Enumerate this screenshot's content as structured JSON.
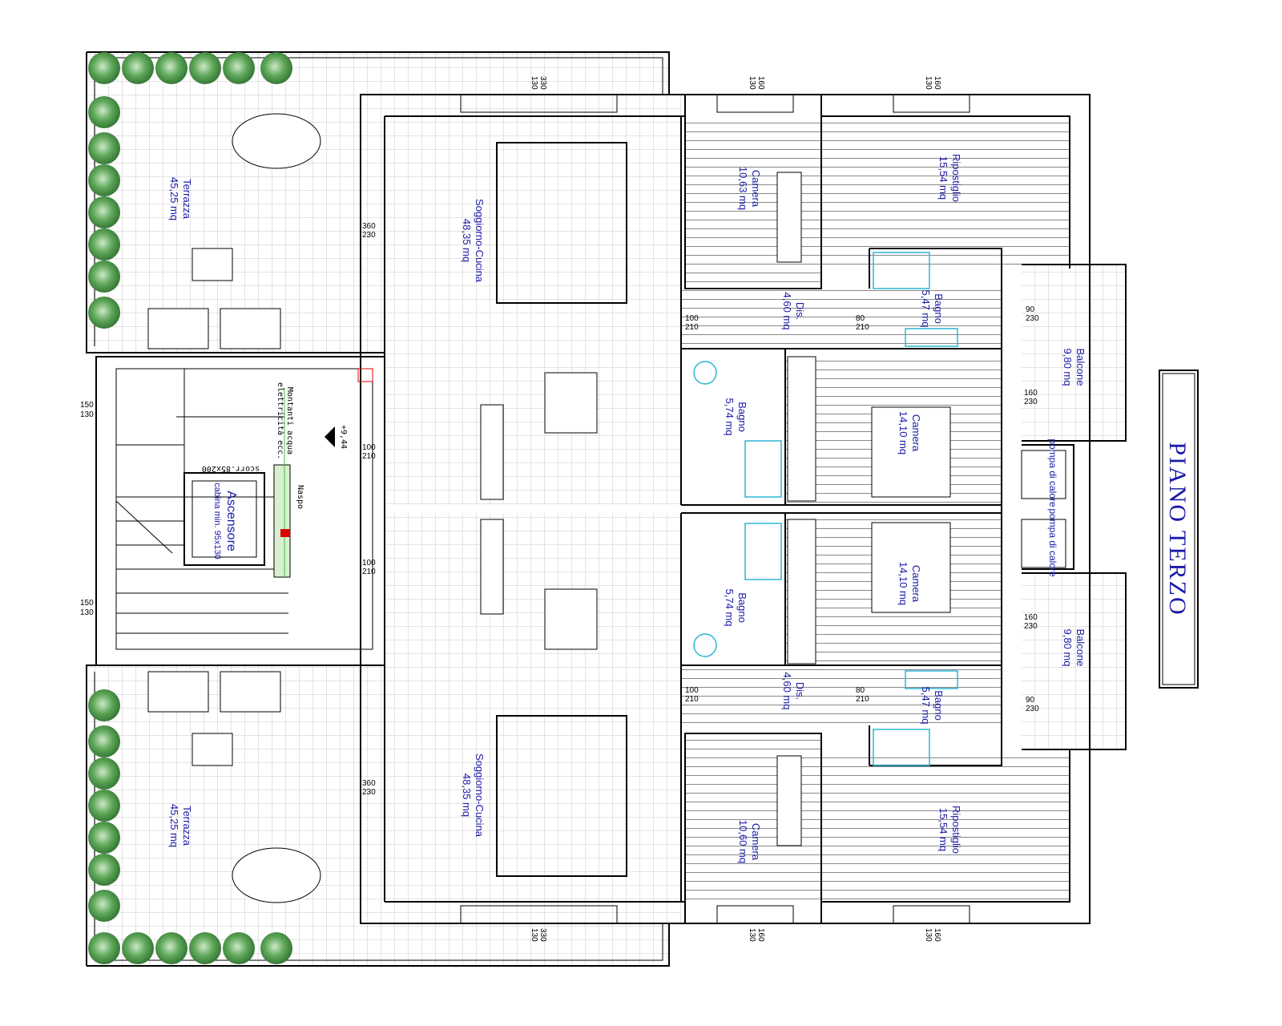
{
  "title": "PIANO TERZO",
  "level": "+9,44",
  "rooms": {
    "terrazza_top": {
      "name": "Terrazza",
      "area": "45,25 mq"
    },
    "terrazza_bottom": {
      "name": "Terrazza",
      "area": "45,25 mq"
    },
    "soggiorno_top": {
      "name": "Soggiorno-Cucina",
      "area": "48,35 mq"
    },
    "soggiorno_bottom": {
      "name": "Soggiorno-Cucina",
      "area": "48,35 mq"
    },
    "camera_small_top": {
      "name": "Camera",
      "area": "10,63 mq"
    },
    "camera_small_bottom": {
      "name": "Camera",
      "area": "10,60 mq"
    },
    "ripostiglio_top": {
      "name": "Ripostiglio",
      "area": "15,54 mq"
    },
    "ripostiglio_bottom": {
      "name": "Ripostiglio",
      "area": "15,54 mq"
    },
    "bagno_547_top": {
      "name": "Bagno",
      "area": "5,47 mq"
    },
    "bagno_547_bottom": {
      "name": "Bagno",
      "area": "5,47 mq"
    },
    "dis_top": {
      "name": "Dis.",
      "area": "4,60 mq"
    },
    "dis_bottom": {
      "name": "Dis.",
      "area": "4,60 mq"
    },
    "balcone_top": {
      "name": "Balcone",
      "area": "9,80 mq"
    },
    "balcone_bottom": {
      "name": "Balcone",
      "area": "9,80 mq"
    },
    "camera_large_top": {
      "name": "Camera",
      "area": "14,10 mq"
    },
    "camera_large_bottom": {
      "name": "Camera",
      "area": "14,10 mq"
    },
    "bagno_574_top": {
      "name": "Bagno",
      "area": "5,74 mq"
    },
    "bagno_574_bottom": {
      "name": "Bagno",
      "area": "5,74 mq"
    }
  },
  "core": {
    "lift": "Ascensore",
    "lift_size": "cabina min. 95x130",
    "risers_1": "Montanti acqua",
    "risers_2": "elettricità ecc.",
    "hose": "Naspo",
    "sliding_door": "scorr.85x200",
    "heat_pump_1": "pompa di calore",
    "heat_pump_2": "pompa di calore"
  },
  "dimensions": [
    {
      "w": "330",
      "h": "130"
    },
    {
      "w": "160",
      "h": "130"
    },
    {
      "w": "160",
      "h": "130"
    },
    {
      "w": "360",
      "h": "230"
    },
    {
      "w": "360",
      "h": "230"
    },
    {
      "w": "150",
      "h": "130"
    },
    {
      "w": "150",
      "h": "130"
    },
    {
      "w": "100",
      "h": "210"
    },
    {
      "w": "100",
      "h": "210"
    },
    {
      "w": "100",
      "h": "210"
    },
    {
      "w": "100",
      "h": "210"
    },
    {
      "w": "80",
      "h": "210"
    },
    {
      "w": "80",
      "h": "210"
    },
    {
      "w": "90",
      "h": "230"
    },
    {
      "w": "90",
      "h": "230"
    },
    {
      "w": "160",
      "h": "230"
    },
    {
      "w": "160",
      "h": "230"
    },
    {
      "w": "330",
      "h": "130"
    },
    {
      "w": "160",
      "h": "130"
    },
    {
      "w": "160",
      "h": "130"
    }
  ],
  "colors": {
    "text": "#1a1aa8",
    "tree": "#3f8f3f",
    "fixture": "#2bb5d6",
    "alert": "#e00000"
  }
}
